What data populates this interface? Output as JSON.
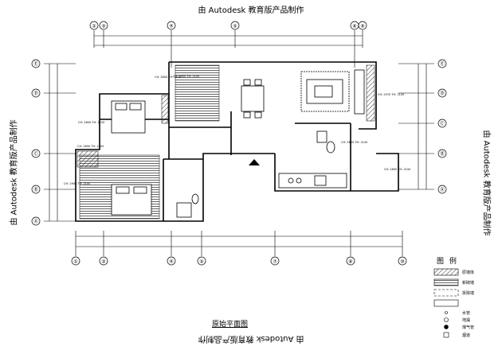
{
  "watermark": "由 Autodesk 教育版产品制作",
  "plan_title": "原始平面图",
  "legend": {
    "title": "图 例",
    "items": [
      {
        "label": "原墙体",
        "pattern": "hatch"
      },
      {
        "label": "新砌墙",
        "pattern": "brick"
      },
      {
        "label": "拆除墙",
        "pattern": "dash"
      },
      {
        "label": "",
        "pattern": "blank"
      },
      {
        "label": "水管",
        "symbol": "circle-small"
      },
      {
        "label": "地漏",
        "symbol": "circle"
      },
      {
        "label": "煤气管",
        "symbol": "circle-fill"
      },
      {
        "label": "烟道",
        "symbol": "square"
      }
    ]
  },
  "axes": {
    "top": [
      "②",
      "③",
      "④",
      "⑤",
      "⑧",
      "⑨"
    ],
    "bottom": [
      "①",
      "③",
      "④",
      "⑤",
      "⑦",
      "⑧",
      "⑩"
    ],
    "left": [
      "Ⓔ",
      "Ⓓ",
      "Ⓒ",
      "Ⓑ",
      "Ⓐ"
    ],
    "right": [
      "Ⓔ",
      "Ⓓ",
      "Ⓒ",
      "Ⓑ",
      "Ⓐ"
    ]
  },
  "room_notes": [
    "CH: 2850 TH: 2100",
    "CH: 2800 TH: 2100",
    "CH: 2850 TH: 2100",
    "CH: 2900 TH: 2100",
    "CH: 2900 TH: 2100",
    "CH: 2970 TH: 2100",
    "CH: 2850 TH: 2100",
    "CH: 2850 TH: 2100"
  ],
  "colors": {
    "line": "#000000",
    "paper": "#ffffff"
  }
}
